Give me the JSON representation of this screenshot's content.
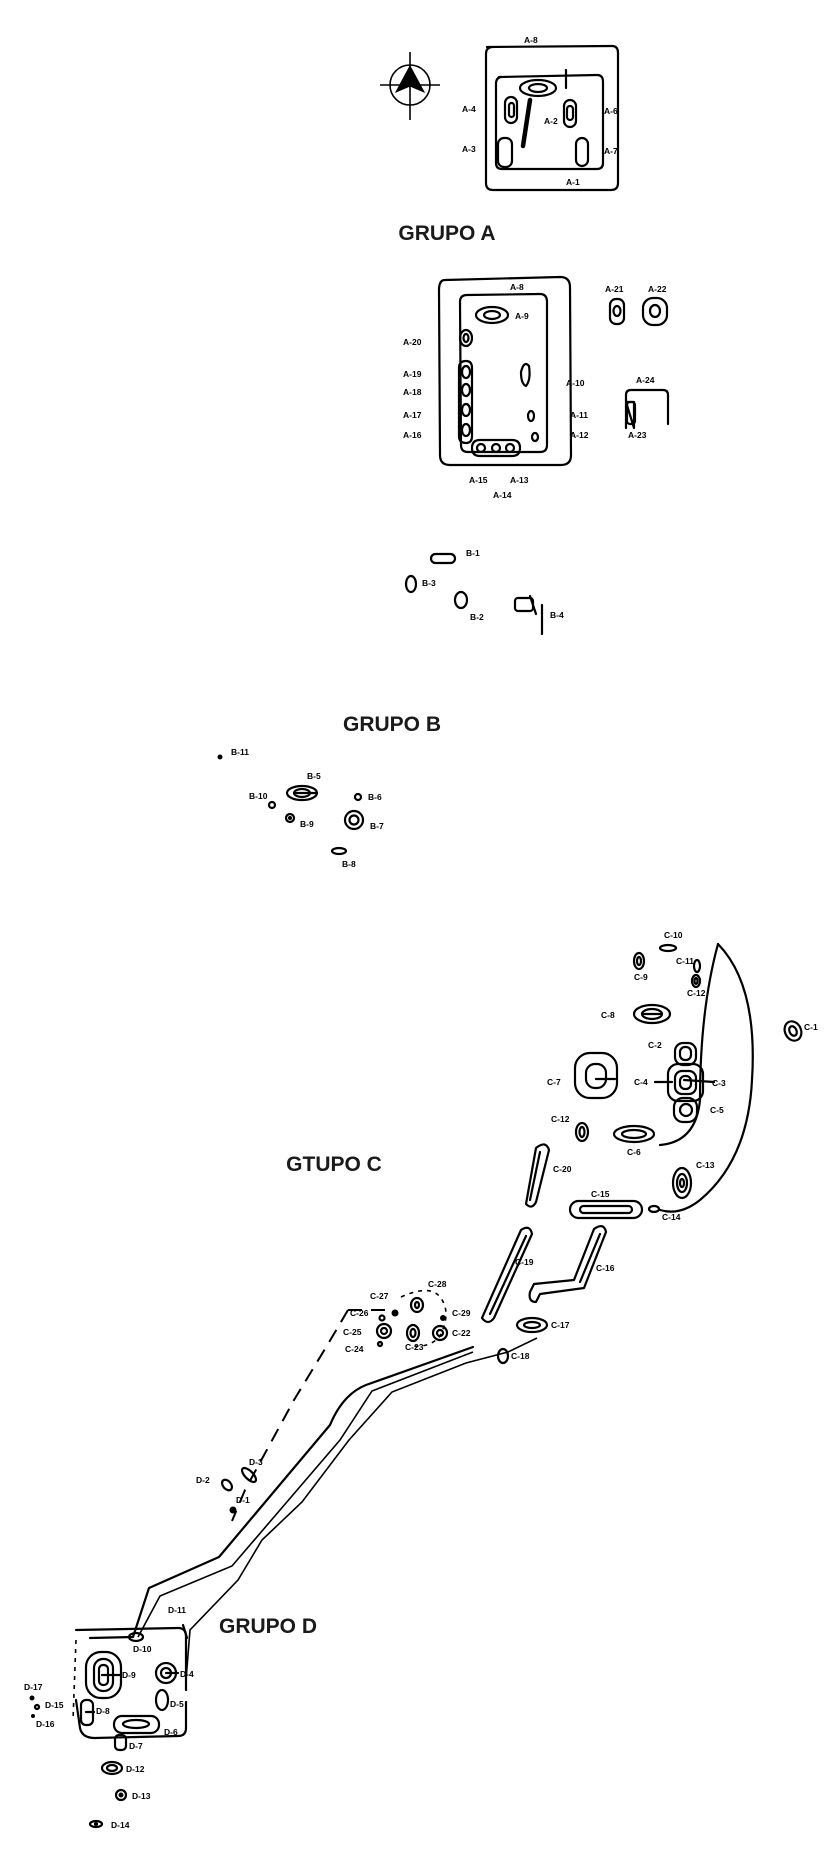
{
  "groups": {
    "a": "GRUPO A",
    "b": "GRUPO B",
    "c": "GTUPO C",
    "d": "GRUPO D"
  },
  "labels": {
    "a": [
      "A-8",
      "A-4",
      "A-6",
      "A-2",
      "A-3",
      "A-7",
      "A-1",
      "A-8",
      "A-9",
      "A-21",
      "A-22",
      "A-20",
      "A-19",
      "A-18",
      "A-17",
      "A-16",
      "A-10",
      "A-11",
      "A-12",
      "A-24",
      "A-23",
      "A-15",
      "A-13",
      "A-14"
    ],
    "b": [
      "B-1",
      "B-3",
      "B-2",
      "B-4",
      "B-11",
      "B-5",
      "B-10",
      "B-6",
      "B-9",
      "B-7",
      "B-8"
    ],
    "c": [
      "C-10",
      "C-9",
      "C-11",
      "C-12",
      "C-1",
      "C-8",
      "C-2",
      "C-7",
      "C-4",
      "C-3",
      "C-5",
      "C-12",
      "C-6",
      "C-20",
      "C-13",
      "C-15",
      "C-14",
      "C-19",
      "C-16",
      "C-28",
      "C-27",
      "C-26",
      "C-29",
      "C-25",
      "C-22",
      "C-24",
      "C-23",
      "C-17",
      "C-18"
    ],
    "d": [
      "D-3",
      "D-2",
      "D-1",
      "D-11",
      "D-10",
      "D-9",
      "D-4",
      "D-5",
      "D-17",
      "D-15",
      "D-8",
      "D-6",
      "D-16",
      "D-7",
      "D-12",
      "D-13",
      "D-14"
    ]
  },
  "icons": {
    "north": "north-arrow-icon"
  }
}
